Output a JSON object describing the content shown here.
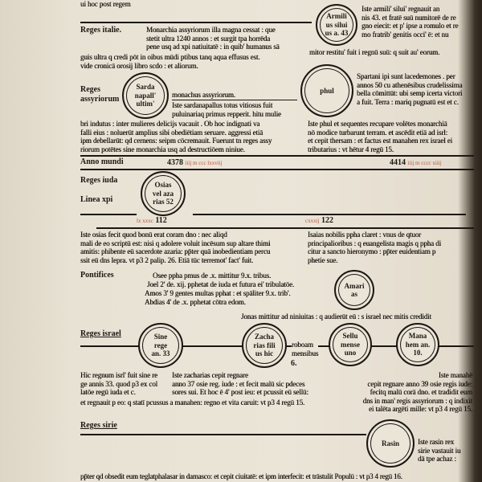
{
  "top_fragment": "ui  hoc post regem",
  "rows": {
    "reges_italie": "Reges italie.",
    "reges_assyriorum": "Reges\nassyriorum",
    "anno_mundi": "Anno mundi",
    "reges_iuda": "Reges iuda",
    "linea_christi": "Linea xpi",
    "pontifices": "Pontifices",
    "reges_israel": "Reges israel",
    "reges_sirie": "Reges sirie"
  },
  "circles": {
    "armilius": "Armili\nus silui\nus a. 43",
    "sardanapallus": "Sarda\nnapall'\nultim'",
    "phul": "phul",
    "osias": "Osias\nvel aza\nrias 52",
    "amarias": "Amari\nas",
    "sine_rege": "Sine\nrege\nan. 33",
    "zacharias": "Zacha\nrias fili\nus hic",
    "sellum": "Sellu\nmense\nuno",
    "manahem": "Mana\nhem an.\n10.",
    "rasin": "Rasin"
  },
  "texts": {
    "monarchia": "Monarchia assyriorum illa magna cessat : que\nstetit ultra 1240 annos : et surgit tpa horrēda\npene usq ad xpi natiuitatē : in quib' humanus sā",
    "monarchia_cont": "guis ultra q credi pōt in oibus mūdi ptibus tanq aqua effusus est.\nvide cronicā orosij libro scdo : et aliorum.",
    "armilius": "Iste armili' silui' regnauit an\nnis 43. et fratē suū numitorē de re\ngno eiecit: et p' ipse a romulo et re\nmo fratrib' genitis occi' ē: et nu",
    "armilius_cont": "mitor restitu' fuit i regnū suū: q suit au' eorum.",
    "monachus": "monachus assyriorum.",
    "sardanapallus": "Iste sardanapallus totus vitiosus fuit\npuluinariaq primus repperit. hitu mulie",
    "sardanapallus_cont": "bri indutus : inter mulieres delicijs vacauit . Ob hoc indignati va\nfalli eius : noluerūt amplius sibi obediētiam seruare. aggressi etiā\nipm debellarūt: qd cernens: seipm cōcremauit. Fuerunt tn reges assy\nriorum potētes sine monarchia usq ad destructiōem niniue.",
    "spartani": "Spartani ipi sunt lacedemones . per\nannos 50 cu athenēsibus crudelissima\nbella cōmittūt: ubi semp icerta victori\na fuit. Terra : mariq pugnatū est et c.",
    "phul": "Iste phul et sequentes recupare volētes monarchiā\nnō modice turbarunt terram. et ascēdit etiā ad isrl:\net cepit thersam : et factus est manahen rex israel ei\ntributarius : vt hētur 4 regū 15.",
    "osias": "Iste osias fecit quod bonū erat coram dno : nec aliqd\nmali de eo scriptū est: nisi q adolere voluit incēsum sup altare thimi\namitis: phibente eū sacerdote azaria: pp̄ter quā inobedientiam percu\nssit eū dns lepra. vt p3 2 palip. 26. Etiā tūc terremot' fact' fuit.",
    "isaias": "Isaias nobilis ppha claret : vnus de qtuor\nprincipalioribus : q euangelista magis q ppha di\ncitur a sancto hieronymo : pp̄ter euidentiam p\nphetie sue.",
    "osee": "Osee ppha pmus de .x. mittitur 9.x. tribus.",
    "joel": "Joel 2' de. xij. pphetat de iuda et futura ei' tribulatōe.",
    "amos": "Amos 3' 9 gentes multas pphat : et spāliter 9.x. trib'.",
    "abdias": "Abdias 4' de .x. pphetat cōtra edom.",
    "jonas": "Jonas mittitur ad niniuitas : q audierūt eū : s israel nec mitis credidit",
    "roboam": "roboam\nmensibus",
    "sine_rege": "Hic regnum isrl' fuit sine re\nge annis 33. quod p3 ex col\nlatōe regū iuda et c.",
    "zacharias": "Iste zacharias cepit regnare\nanno 37 osie reg. iude : et fecit malū sic pdeces\nsores sui. Et hoc ē 4' post ieu: et pcussit eū sellū:",
    "zacharias_cont": "et regnauit p eo: q statī pcussus a manahen: regno et vita caruit: vt p3 4 regū 15.",
    "manahem": "Iste manahē\ncepit regnare anno 39 osie regis iude:\nfecitq malū corā dno. et tradidit eum\ndns in man' regis assyriorum : q indixit\nei talēta argēti mille: vt p3 4 regū 15.",
    "rasin": "Iste rasin rex\nsirie vastauit iu\ndā tpe achaz :",
    "sirie_bottom": "pp̄ter qd obsedit eum teglatphalasar in damasco: et cepit ciuitatē: et ipm interfecit: et trāstulit Populū : vt p3 4 regū 16."
  },
  "numbers": {
    "year_left": "4378",
    "year_left_red": "iiij m ccc lxxviij",
    "year_right": "4414",
    "year_right_red": "iiij m cccc xiiij",
    "line_left": "112",
    "line_left_red": "lx xxxc",
    "line_right": "122",
    "line_right_red": "cxxxij",
    "number_6": "6."
  },
  "colors": {
    "paper": "#ebe5d8",
    "ink": "#1b1712",
    "rubric": "#c0503a"
  }
}
